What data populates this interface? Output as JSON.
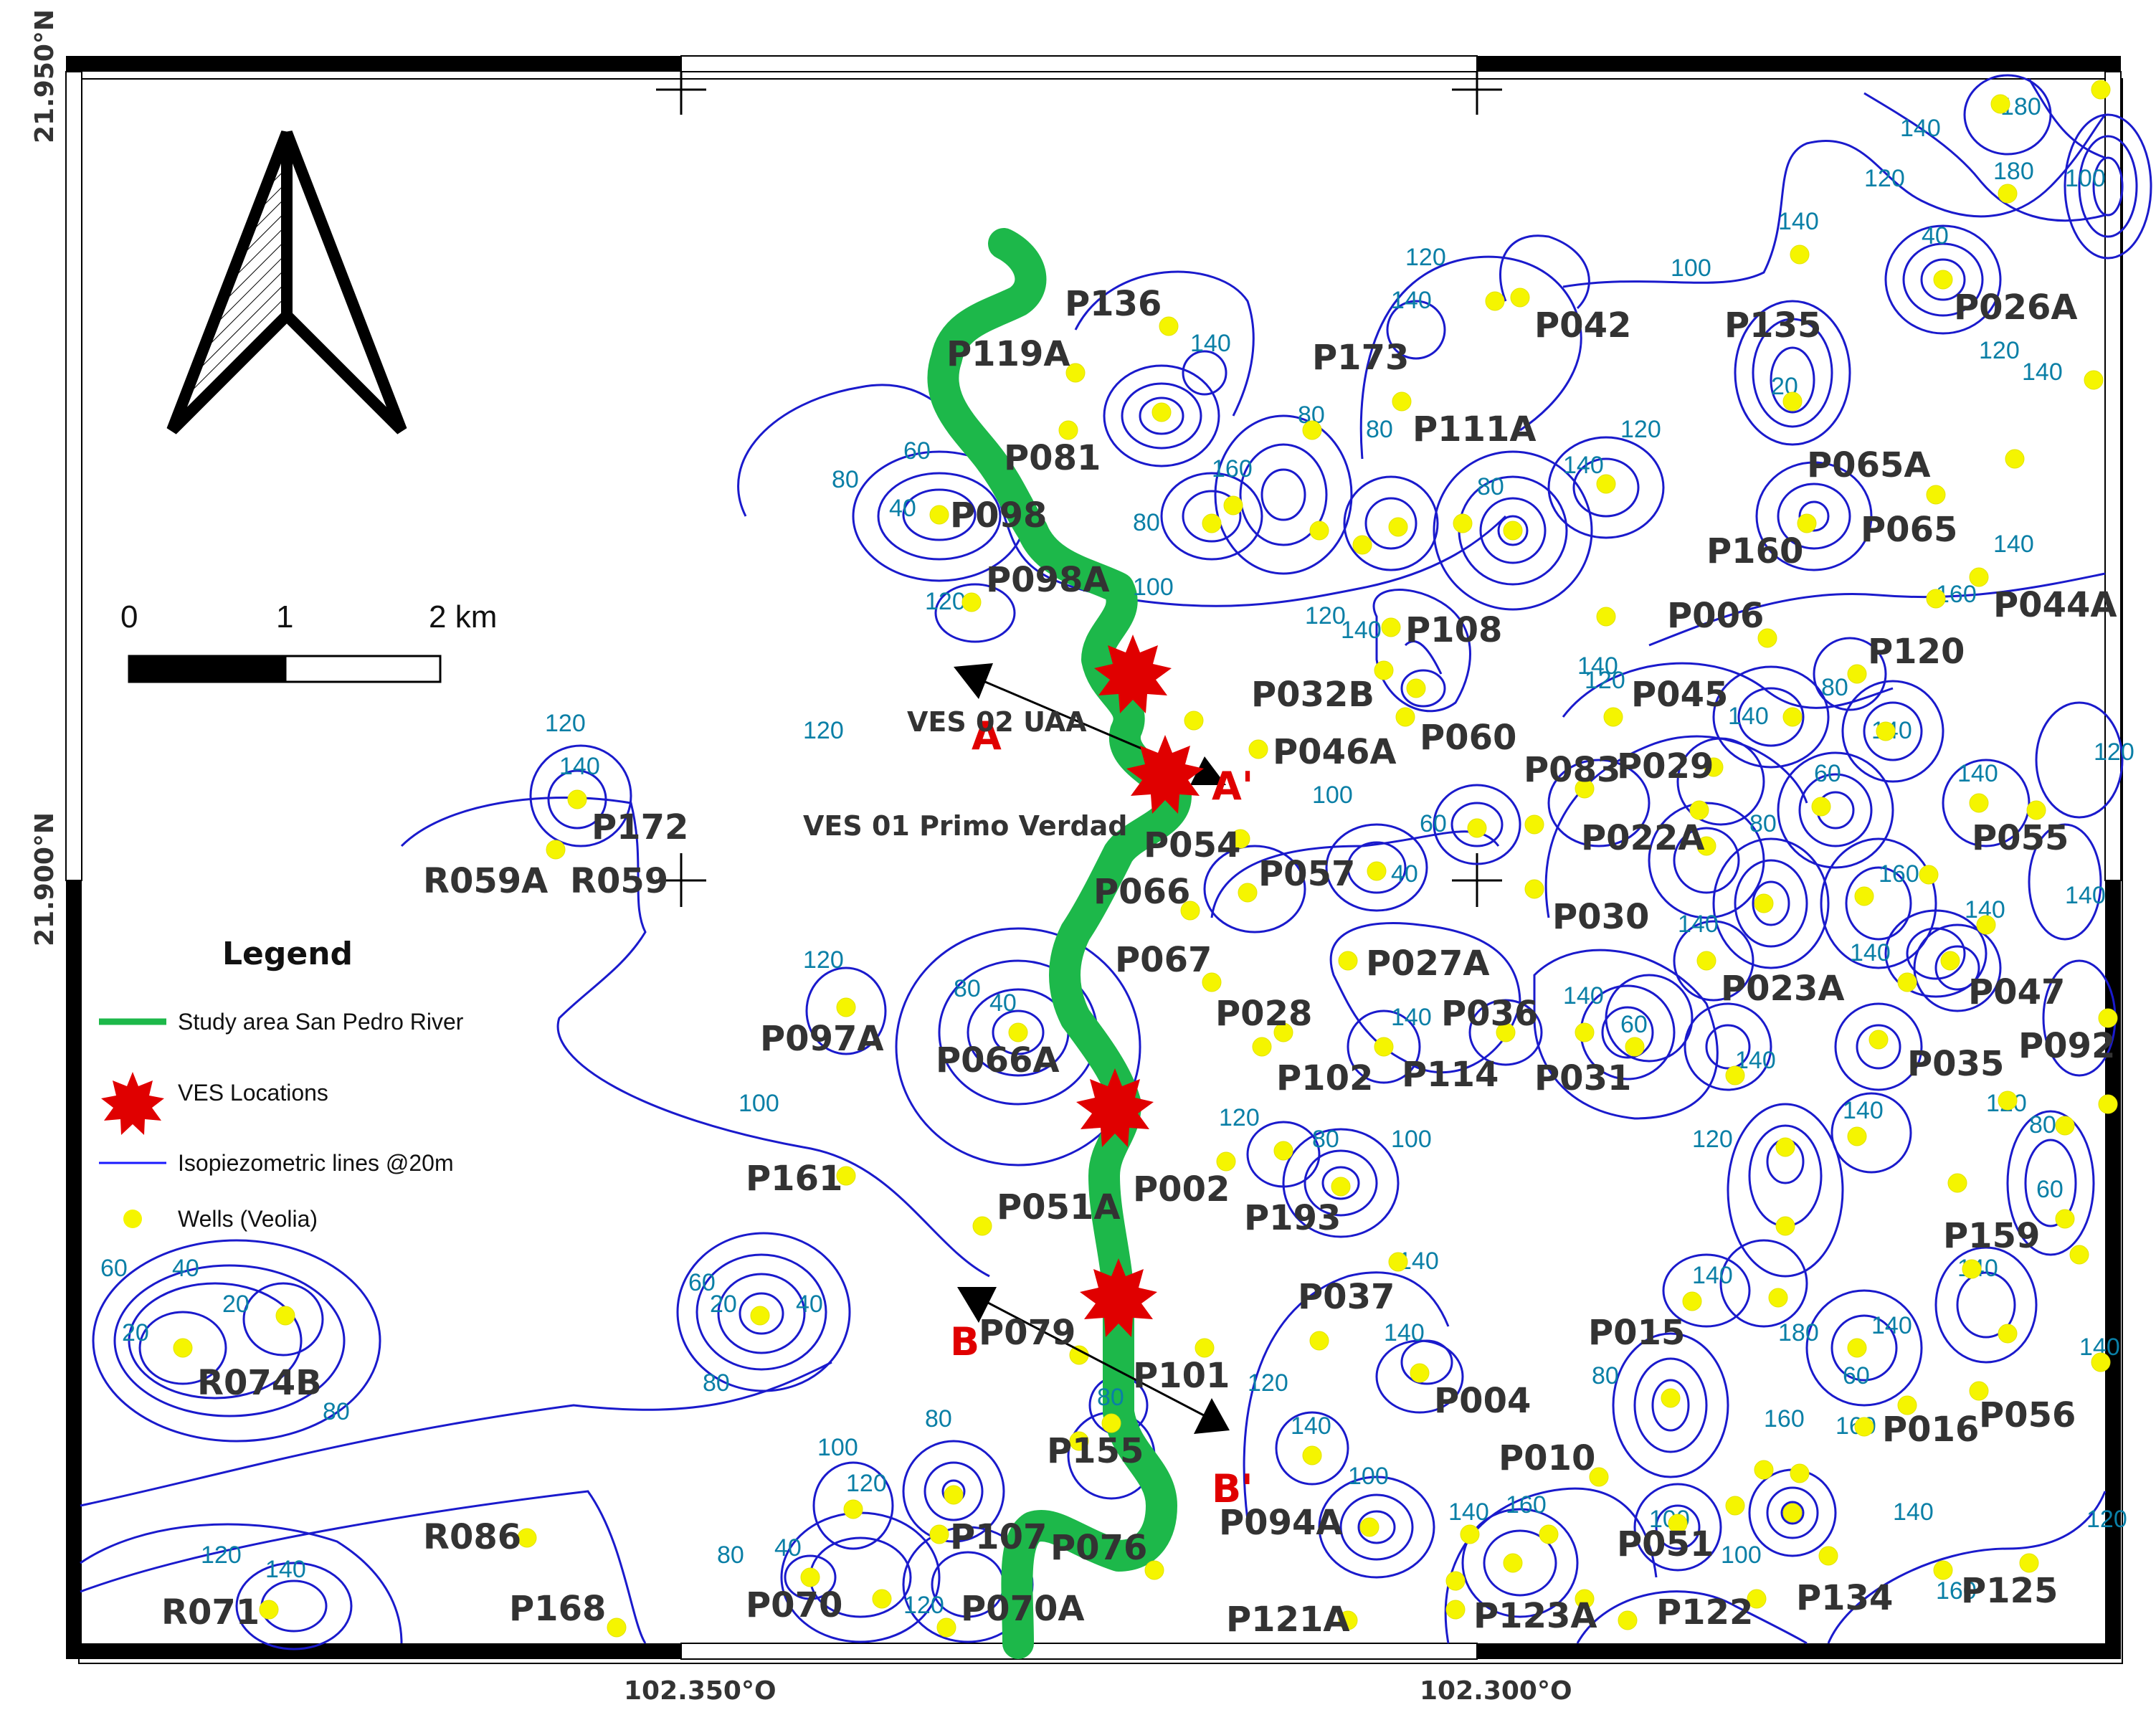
{
  "map": {
    "coordinates": {
      "lat_top": "21.950°N",
      "lat_mid": "21.900°N",
      "lon_left": "102.350°O",
      "lon_right": "102.300°O"
    },
    "scale_bar": {
      "labels": [
        "0",
        "1",
        "2 km"
      ]
    },
    "legend": {
      "title": "Legend",
      "items": [
        {
          "label": "Study area San Pedro River",
          "color": "#1db84a",
          "symbol": "line"
        },
        {
          "label": "VES Locations",
          "color": "#e00000",
          "symbol": "star"
        },
        {
          "label": "Isopiezometric lines @20m",
          "color": "#1a1aff",
          "symbol": "thin-line"
        },
        {
          "label": "Wells (Veolia)",
          "color": "#f5f500",
          "symbol": "dot"
        }
      ]
    },
    "sections": {
      "a": "A",
      "a_prime": "A'",
      "b": "B",
      "b_prime": "B'"
    },
    "ves_labels": {
      "ves02": "VES 02 UAA",
      "ves01": "VES 01 Primo Verdad"
    },
    "wells": [
      "P136",
      "P119A",
      "P081",
      "P098",
      "P098A",
      "P173",
      "P111A",
      "P042",
      "P135",
      "P026A",
      "P065A",
      "P065",
      "P160",
      "P044A",
      "P006",
      "P120",
      "P108",
      "P032B",
      "P060",
      "P045",
      "P046A",
      "P083",
      "P029",
      "P054",
      "P022A",
      "P055",
      "P057",
      "P030",
      "P066",
      "P067",
      "P027A",
      "P023A",
      "P047",
      "P028",
      "P036",
      "P102",
      "P114",
      "P031",
      "P035",
      "P092",
      "P097A",
      "P066A",
      "P161",
      "P002",
      "P051A",
      "P193",
      "P037",
      "P015",
      "P159",
      "P079",
      "P101",
      "P004",
      "P016",
      "P056",
      "P155",
      "P010",
      "P094A",
      "P107",
      "P076",
      "P051",
      "P134",
      "P125",
      "P070",
      "P070A",
      "P121A",
      "P123A",
      "P122",
      "R086",
      "R071",
      "P168",
      "R074B",
      "P172",
      "R059A",
      "R059"
    ],
    "contour_values": [
      "140",
      "180",
      "160",
      "120",
      "100",
      "80",
      "60",
      "40",
      "20"
    ]
  }
}
